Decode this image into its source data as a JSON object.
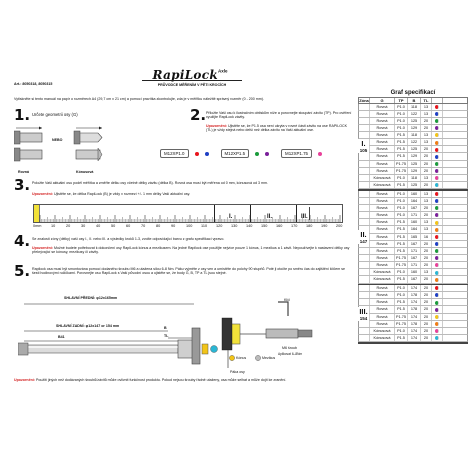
{
  "header": {
    "art": "Art.: 8050318, 8050315",
    "brand": "RapiLock",
    "brand_suffix": "Axle",
    "subtitle": "PRŮVODCE MĚŘENÍM V PĚTI KROCÍCH"
  },
  "intro": "Vytiskněte si tento manuál na papír o rozměrech A4 (29,7 cm x 21 cm) a pomocí pravítka zkontrolujte, zda je v měřítku náležitě správný rozměr (0 - 200 mm).",
  "step1": {
    "number": "1.",
    "text": "Určete geometrii osy (G)",
    "label_nebo": "NEBO",
    "label_rovna": "Rovná",
    "label_konusova": "Kónusová"
  },
  "step2": {
    "number": "2.",
    "text": "Přiložte Vaši osu k ilustračním obtiskům níže a porovnejte stoupání závitu (TP). Pro ověření využijte RapiLock závity.",
    "warn_label": "Upozornění:",
    "warn_text": "Ujistěte se, že P1.5 osa není ukryta v rovné části závitu na ose RAPILOCK (TL) je vždy stejná nebo delší než délka závitu na Vaší aktuální ose.",
    "badges": [
      "M12XP1.0",
      "M12XP1.5",
      "M12XP1.75"
    ]
  },
  "step3": {
    "number": "3.",
    "text": "Položte Vaši aktuální osu podél měřítka a změřte délku osy včetně délky závitu (délka B). Rovná osa musí být měřena od 0 mm, kónusová od 3 mm.",
    "warn_label": "Upozornění:",
    "warn_text": "Ujistěte se, že délka RapiLock (B) je vždy v rozmezí +/- 1 mm délky Vaší aktuální osy.",
    "zone_labels": [
      "I.",
      "II.",
      "III."
    ],
    "ticks": [
      "0mm",
      "10",
      "20",
      "30",
      "40",
      "50",
      "60",
      "70",
      "80",
      "90",
      "100",
      "110",
      "120",
      "130",
      "140",
      "150",
      "160",
      "170",
      "180",
      "190",
      "200"
    ]
  },
  "step4": {
    "number": "4.",
    "text": "Se znalostí zóny (délky) vaší osy I., II. nebo III. a výsledky kroků 1-3, zvolte odpovídající barvu z grafu specifikací vpravo.",
    "warn_label": "Upozornění:",
    "warn_text": "Možné budete potřebovat k dokončení osy RapiLock kónus a mezikusem. Na jedné Rapilock ose použijte nejvíce pouze 1 kónus, 1 mezikus a 1 závit. Nepoužívejte k nastavení délky osy překrývající se kónusy, mezikusy či závity."
  },
  "step5": {
    "number": "5.",
    "text": "Rapilock osa musí být smontována pomocí dodaného šroubu M6 a utažena silou 6-8 Nm. Páku vyjměte z osy ven a umístěte do polohy 90 stupňů. Poté ji otočte po směru čas do zajištění klíčem se šesti hodinovými ručičkami. Porovnejte osu RapiLock s Vaší původní osou a ujistěte se, že body G, B, TP a TL jsou stejné.",
    "dim_total": "SHLAVNÍ PŘEDNÍ: φ12x165mm",
    "dim_rear": "SHLAVNÍ ZADNÍ: φ12x147 or 154 mm",
    "label_tl": "TL",
    "label_b": "B",
    "label_b1": "B41",
    "legend_konus": "Kónus",
    "legend_mezikus": "Mezikus",
    "legend_key": "Klíč",
    "legend_screw": "M6 šroub",
    "legend_torque": "Aplikovat 6–8Nm",
    "legend_lever": "Páka osy"
  },
  "footer": {
    "warn_label": "Upozornění:",
    "warn_text": "Použití jiných než dodávaných šroubů/závitů může ovlivnit funkčnost produktu. Pokud nejsou šrouby řádně utaženy, osa může selhat a může dojít ke zranění."
  },
  "table": {
    "title": "Graf specifikací",
    "headers": [
      "Zóna",
      "G",
      "TP",
      "B",
      "TL",
      ""
    ],
    "groups": [
      {
        "roman": "I.",
        "number": "105",
        "rows": [
          [
            "Rovná",
            "P1.0",
            "118",
            "13",
            "#e8141c"
          ],
          [
            "Rovná",
            "P1.0",
            "122",
            "13",
            "#1e3fc4"
          ],
          [
            "Rovná",
            "P1.0",
            "125",
            "20",
            "#1a9b3b"
          ],
          [
            "Rovná",
            "P1.0",
            "129",
            "20",
            "#7a1f9a"
          ],
          [
            "Rovná",
            "P1.5",
            "118",
            "13",
            "#f2c418"
          ],
          [
            "Rovná",
            "P1.5",
            "122",
            "13",
            "#f07c14"
          ],
          [
            "Rovná",
            "P1.5",
            "125",
            "20",
            "#e8141c"
          ],
          [
            "Rovná",
            "P1.5",
            "129",
            "20",
            "#1e3fc4"
          ],
          [
            "Rovná",
            "P1.75",
            "125",
            "20",
            "#1a9b3b"
          ],
          [
            "Rovná",
            "P1.75",
            "129",
            "20",
            "#7a1f9a"
          ],
          [
            "Kónusová",
            "P1.0",
            "118",
            "13",
            "#e8419a"
          ],
          [
            "Kónusová",
            "P1.5",
            "125",
            "20",
            "#2bb6d4"
          ]
        ]
      },
      {
        "roman": "II.",
        "number": "147",
        "rows": [
          [
            "Rovná",
            "P1.0",
            "160",
            "13",
            "#e8141c"
          ],
          [
            "Rovná",
            "P1.0",
            "164",
            "13",
            "#1e3fc4"
          ],
          [
            "Rovná",
            "P1.0",
            "167",
            "20",
            "#1a9b3b"
          ],
          [
            "Rovná",
            "P1.0",
            "171",
            "20",
            "#7a1f9a"
          ],
          [
            "Rovná",
            "P1.5",
            "160",
            "13",
            "#f2c418"
          ],
          [
            "Rovná",
            "P1.5",
            "164",
            "13",
            "#f07c14"
          ],
          [
            "Rovná",
            "P1.5",
            "165",
            "16",
            "#e8141c"
          ],
          [
            "Rovná",
            "P1.5",
            "167",
            "20",
            "#1e3fc4"
          ],
          [
            "Rovná",
            "P1.5",
            "171",
            "20",
            "#1a9b3b"
          ],
          [
            "Rovná",
            "P1.75",
            "167",
            "20",
            "#7a1f9a"
          ],
          [
            "Rovná",
            "P1.75",
            "171",
            "20",
            "#e8419a"
          ],
          [
            "Kónusová",
            "P1.0",
            "160",
            "13",
            "#2bb6d4"
          ],
          [
            "Kónusová",
            "P1.5",
            "167",
            "20",
            "#f07c14"
          ]
        ]
      },
      {
        "roman": "III.",
        "number": "154",
        "rows": [
          [
            "Rovná",
            "P1.0",
            "174",
            "20",
            "#e8141c"
          ],
          [
            "Rovná",
            "P1.0",
            "178",
            "20",
            "#1e3fc4"
          ],
          [
            "Rovná",
            "P1.5",
            "174",
            "20",
            "#1a9b3b"
          ],
          [
            "Rovná",
            "P1.5",
            "178",
            "20",
            "#7a1f9a"
          ],
          [
            "Rovná",
            "P1.75",
            "174",
            "20",
            "#f2c418"
          ],
          [
            "Rovná",
            "P1.75",
            "178",
            "20",
            "#f07c14"
          ],
          [
            "Kónusová",
            "P1.0",
            "174",
            "20",
            "#e8419a"
          ],
          [
            "Kónusová",
            "P1.5",
            "174",
            "20",
            "#2bb6d4"
          ]
        ]
      }
    ]
  }
}
